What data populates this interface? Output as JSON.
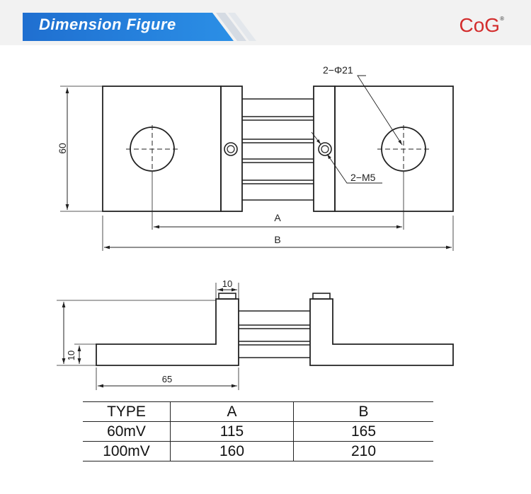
{
  "header": {
    "title": "Dimension Figure",
    "logo_text": "CoG",
    "logo_mark": "®",
    "accent_color": "#1a73d6",
    "logo_color": "#d32d2d"
  },
  "top_view": {
    "hole_callout": "2−Φ21",
    "screw_callout": "2−M5",
    "dim_height": "60",
    "dim_a": "A",
    "dim_b": "B"
  },
  "side_view": {
    "dim_terminal_width": "10",
    "dim_base_thickness": "10",
    "dim_length": "65"
  },
  "spec_table": {
    "headers": [
      "TYPE",
      "A",
      "B"
    ],
    "rows": [
      [
        "60mV",
        "115",
        "165"
      ],
      [
        "100mV",
        "160",
        "210"
      ]
    ]
  }
}
